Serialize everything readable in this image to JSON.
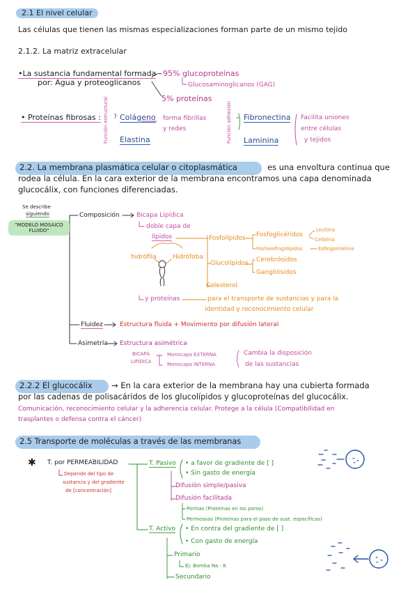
{
  "s21": {
    "title": "2.1 El nivel celular",
    "intro": "Las células que tienen las mismas especializaciones forman parte de un mismo tejido",
    "sub": "2.1.2. La matriz extracelular",
    "sust_line1": "•La sustancia fundamental formada",
    "sust_line2": "por: Agua y proteoglicanos",
    "gluco": "95% glucoproteínas",
    "gag": "Glucosaminoglicanos (GAG)",
    "prot5": "5% proteínas",
    "fibrosas": "• Proteínas fibrosas :",
    "fn_estructural": "Función estructural",
    "fn_adhesion": "Función adhesión",
    "colageno": "Colágeno",
    "colageno_desc1": "forma fibrillas",
    "colageno_desc2": "y redes",
    "elastina": "Elastina",
    "fibronectina": "Fibronectina",
    "laminina": "Laminina",
    "facilita1": "Facilita uniones",
    "facilita2": "entre células",
    "facilita3": "y tejidos"
  },
  "s22": {
    "title": "2.2. La membrana plasmática celular o citoplasmática",
    "text1": "es una envoltura continua que",
    "text2": "rodea la célula. En la cara exterior de la membrana encontramos una capa denominada",
    "text3": "glucocálix, con funciones diferenciadas.",
    "se_describe1": "Se describe",
    "se_describe2": "siguiendo",
    "modelo1": "\"MODELO MOSAICO",
    "modelo2": "FLUIDO\"",
    "composicion": "Composición",
    "bicapa": "Bicapa Lipídica",
    "doble_capa": "doble capa de",
    "lipidos": "lípidos",
    "fosfolipidos": "Fosfolípidos",
    "fosfogliceridos": "Fosfoglicéridos",
    "lecitina": "Lecitina",
    "cefalina": "Cefalina",
    "fosfoesfingolipidos": "Fosfoesfingolípidos",
    "esfingomielina": "Esfingomielina",
    "glucolipidos": "Glucolípidos",
    "cerebrosidos": "Cerebrósidos",
    "gangliosidos": "Gangliósidos",
    "colesterol": "Colesterol",
    "hidrofila": "hidrófila",
    "hidrofoba": "Hidrófoba",
    "y_proteinas": "y proteínas",
    "proteinas_desc1": "para el transporte de sustancias y para la",
    "proteinas_desc2": "identidad y reconocimiento celular",
    "fluidez": "Fluidez",
    "fluidez_desc": "Estructura fluida + Movimiento por difusión lateral",
    "asimetria": "Asimetría",
    "asimetria_desc": "Estructura asimétrica",
    "bicapa_lipidica1": "BICAPA",
    "bicapa_lipidica2": "LIPÍDICA",
    "monocapa_ext": "Monocapa EXTERNA",
    "monocapa_int": "Monocapa INTERNA",
    "cambia1": "Cambia la disposición",
    "cambia2": "de las sustancias"
  },
  "s222": {
    "title": "2.2.2 El glucocálix",
    "text1": "→ En la cara exterior de la membrana hay una cubierta formada",
    "text2": "por las cadenas de polisacáridos de los glucolípidos y glucoproteínas del glucocálix.",
    "func1": "Comunicación, reconocimiento celular y la adherencia celular. Protege a la célula (Compatibilidad en",
    "func2": "trasplantes o defensa contra el cáncer)"
  },
  "s25": {
    "title": "2.5 Transporte de moléculas a través de las membranas",
    "star": "✱",
    "t_perm": "T. por PERMEABILIDAD",
    "depende1": "Depende del tipo de",
    "depende2": "sustancia y del gradiente",
    "depende3": "de [concentración]",
    "t_pasivo": "T. Pasivo",
    "pasivo1": "• a favor de gradiente de [ ]",
    "pasivo2": "• Sin gasto de energía",
    "dif_simple": "Difusión simple/pasiva",
    "dif_facilitada": "Difusión facilitada",
    "poros": "Porinas (Proteínas en los poros)",
    "permeasas": "Permeasas (Proteínas para el paso de sust. específicas)",
    "t_activo": "T. Activo",
    "activo1": "• En contra del gradiente de [ ]",
    "activo2": "• Con gasto de energía",
    "primario": "Primario",
    "bomba": "Ej: Bomba Na - K",
    "secundario": "Secundario"
  }
}
